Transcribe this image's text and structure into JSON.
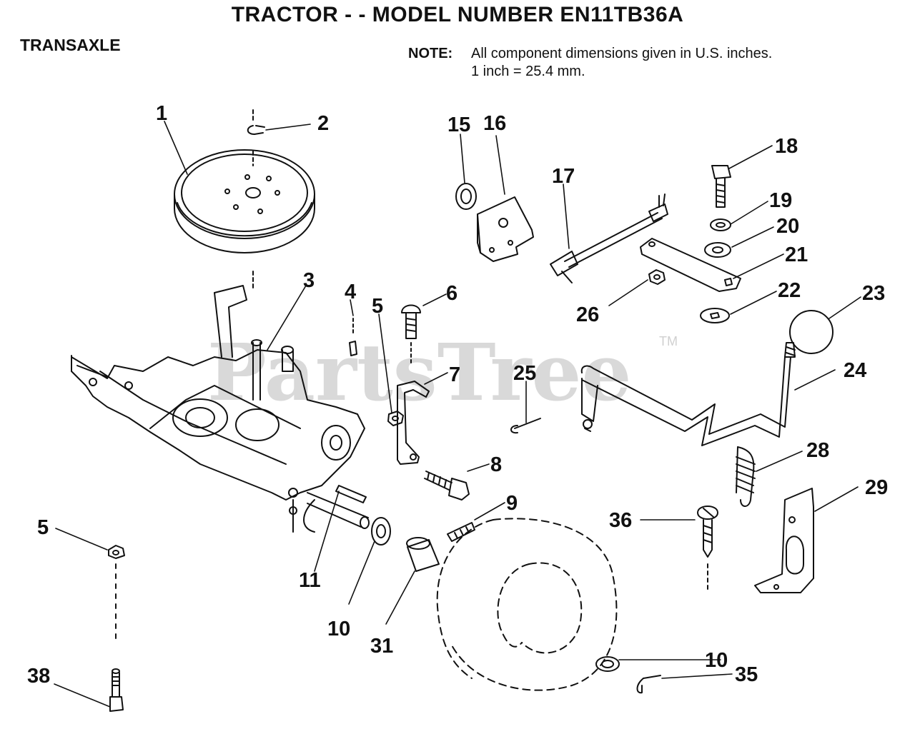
{
  "title": "TRACTOR - - MODEL NUMBER EN11TB36A",
  "section": "TRANSAXLE",
  "note": {
    "label": "NOTE:",
    "line1": "All component dimensions given in U.S. inches.",
    "line2": "1 inch = 25.4 mm."
  },
  "watermark": "PartsTree",
  "watermark_mark": "TM",
  "callouts": [
    "1",
    "2",
    "3",
    "4",
    "5",
    "5",
    "6",
    "7",
    "8",
    "9",
    "10",
    "10",
    "11",
    "15",
    "16",
    "17",
    "18",
    "19",
    "20",
    "21",
    "22",
    "23",
    "24",
    "25",
    "26",
    "28",
    "29",
    "31",
    "35",
    "36",
    "38"
  ]
}
